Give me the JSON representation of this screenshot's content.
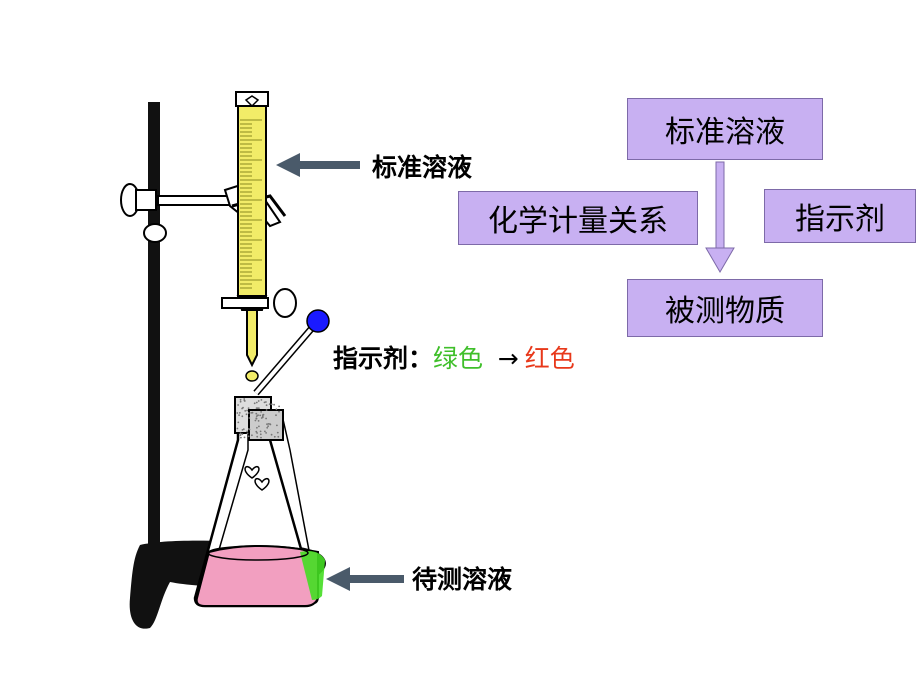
{
  "labels": {
    "standard_solution": "标准溶液",
    "analyte_solution": "待测溶液",
    "indicator_prefix": "指示剂：",
    "color_start": "绿色",
    "arrow": "→",
    "color_end": "红色"
  },
  "concept_boxes": {
    "top": "标准溶液",
    "left": "化学计量关系",
    "right": "指示剂",
    "bottom": "被测物质"
  },
  "colors": {
    "color_start": "#3fbf2a",
    "color_end": "#e8381a",
    "box_fill": "#c8b0f2",
    "solution_fill": "#f29fc0",
    "burette_fill": "#f2ec68",
    "dropper_bulb": "#1a1aff",
    "pointer_arrow": "#4a5a6a"
  },
  "icons": {
    "pointer": "left-arrow-icon",
    "flow": "down-arrow-icon"
  }
}
